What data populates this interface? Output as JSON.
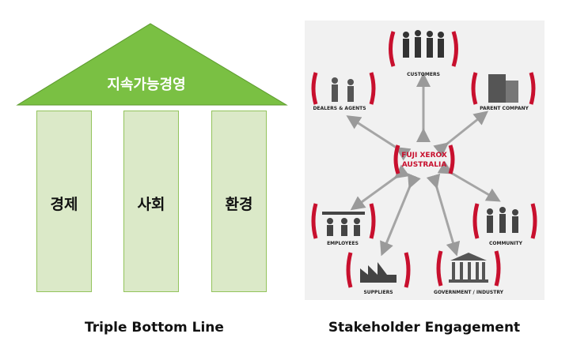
{
  "tbl": {
    "roof_title": "지속가능경영",
    "pillars": [
      "경제",
      "사회",
      "환경"
    ],
    "caption": "Triple Bottom Line"
  },
  "stakeholder": {
    "center_line1": "FUJI XEROX",
    "center_line2": "AUSTRALIA",
    "nodes": {
      "customers": "CUSTOMERS",
      "parent": "PARENT COMPANY",
      "community": "COMMUNITY",
      "government": "GOVERNMENT / INDUSTRY",
      "suppliers": "SUPPLIERS",
      "employees": "EMPLOYEES",
      "dealers": "DEALERS & AGENTS"
    },
    "caption": "Stakeholder Engagement"
  },
  "colors": {
    "roof": "#7ac043",
    "pillar_fill": "#dbe9c8",
    "accent_red": "#c8102e",
    "arrow_grey": "#9a9a9a"
  }
}
